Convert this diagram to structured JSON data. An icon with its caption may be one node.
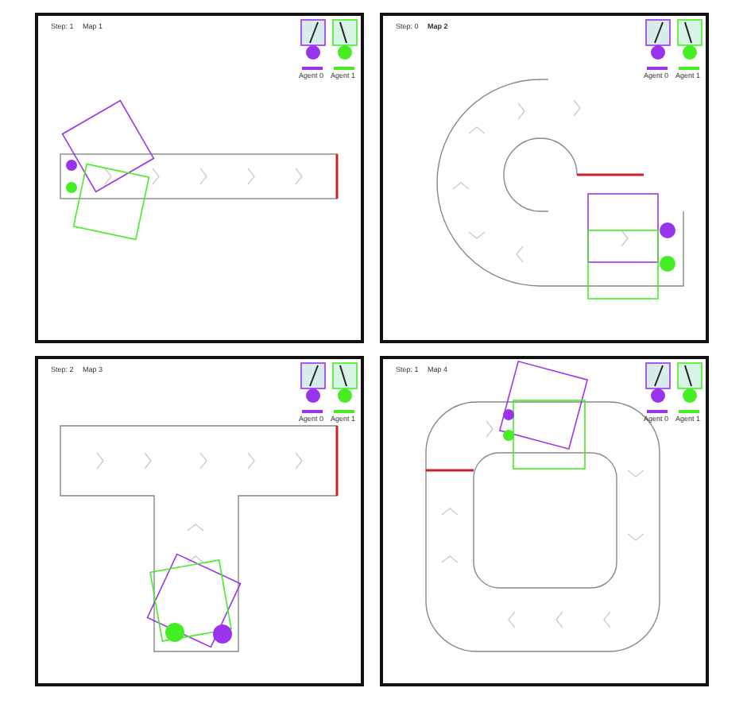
{
  "diagram": {
    "labels": [
      "Step: 1",
      "Map 1",
      "Step: 0",
      "Map 2",
      "Step: 2",
      "Map 3",
      "Step: 1",
      "Map 4"
    ],
    "legend": [
      {
        "text": "Agent 0"
      },
      {
        "text": "Agent 1"
      },
      {
        "text": "Agent 0"
      },
      {
        "text": "Agent 1"
      },
      {
        "text": "Agent 0"
      },
      {
        "text": "Agent 1"
      },
      {
        "text": "Agent 0"
      },
      {
        "text": "Agent 1"
      }
    ]
  }
}
